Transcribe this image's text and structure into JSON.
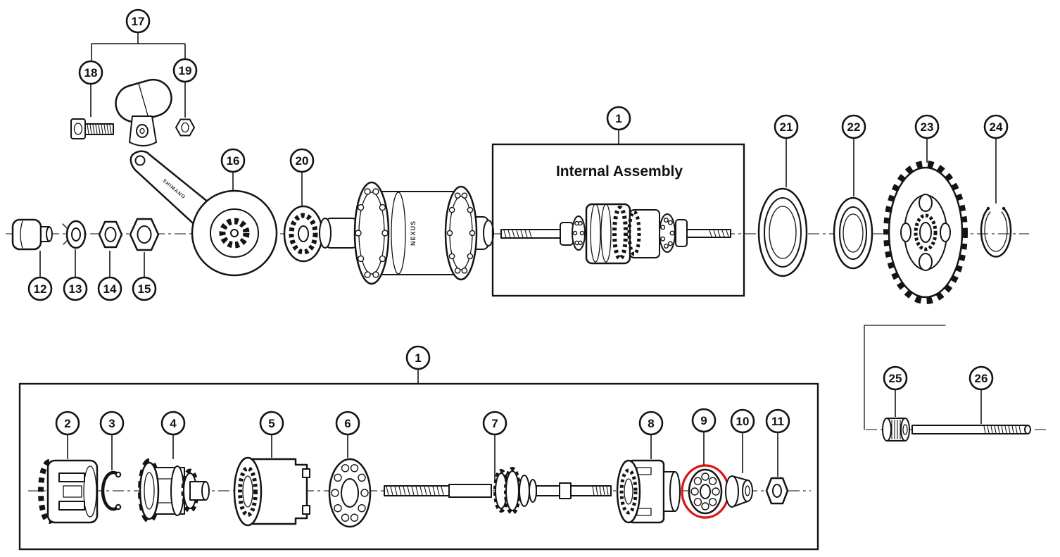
{
  "diagram": {
    "background": "#ffffff",
    "line_color": "#141414",
    "highlight_color": "#dd1414",
    "box1_title": "Internal Assembly",
    "hub_brand": "NEXUS",
    "arm_brand": "SHIMANO",
    "callouts": {
      "n1": "1",
      "n2": "2",
      "n3": "3",
      "n4": "4",
      "n5": "5",
      "n6": "6",
      "n7": "7",
      "n8": "8",
      "n9": "9",
      "n10": "10",
      "n11": "11",
      "n12": "12",
      "n13": "13",
      "n14": "14",
      "n15": "15",
      "n16": "16",
      "n17": "17",
      "n18": "18",
      "n19": "19",
      "n20": "20",
      "n21": "21",
      "n22": "22",
      "n23": "23",
      "n24": "24",
      "n25": "25",
      "n26": "26"
    }
  }
}
